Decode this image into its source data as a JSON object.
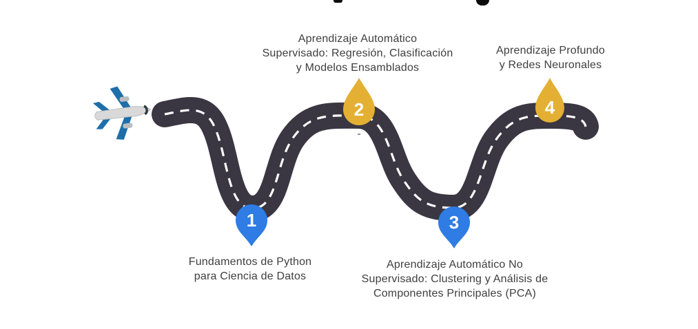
{
  "diagram": {
    "type": "learning-roadmap",
    "milestones": [
      {
        "number": "1",
        "marker": "pin-down",
        "color": "#2e7ce4",
        "label_lines": [
          "Fundamentos de Python",
          "para Ciencia de Datos"
        ]
      },
      {
        "number": "2",
        "marker": "teardrop-up",
        "color": "#e3b033",
        "label_lines": [
          "Aprendizaje Automático",
          "Supervisado: Regresión, Clasificación",
          "y Modelos Ensamblados"
        ]
      },
      {
        "number": "3",
        "marker": "pin-down",
        "color": "#2e7ce4",
        "label_lines": [
          "Aprendizaje Automático No",
          "Supervisado: Clustering y Análisis de",
          "Componentes Principales (PCA)"
        ]
      },
      {
        "number": "4",
        "marker": "teardrop-up",
        "color": "#e3b033",
        "label_lines": [
          "Aprendizaje Profundo",
          "y Redes Neuronales"
        ]
      }
    ],
    "stray_dash": "-",
    "colors": {
      "background": "#ffffff",
      "road": "#3a3642",
      "road_dash": "#ffffff",
      "label_text": "#3e3e40",
      "marker_number": "#ffffff",
      "plane_blue": "#1e6fa9",
      "plane_body": "#d9d9d9"
    },
    "start_icon": "airplane-icon"
  }
}
